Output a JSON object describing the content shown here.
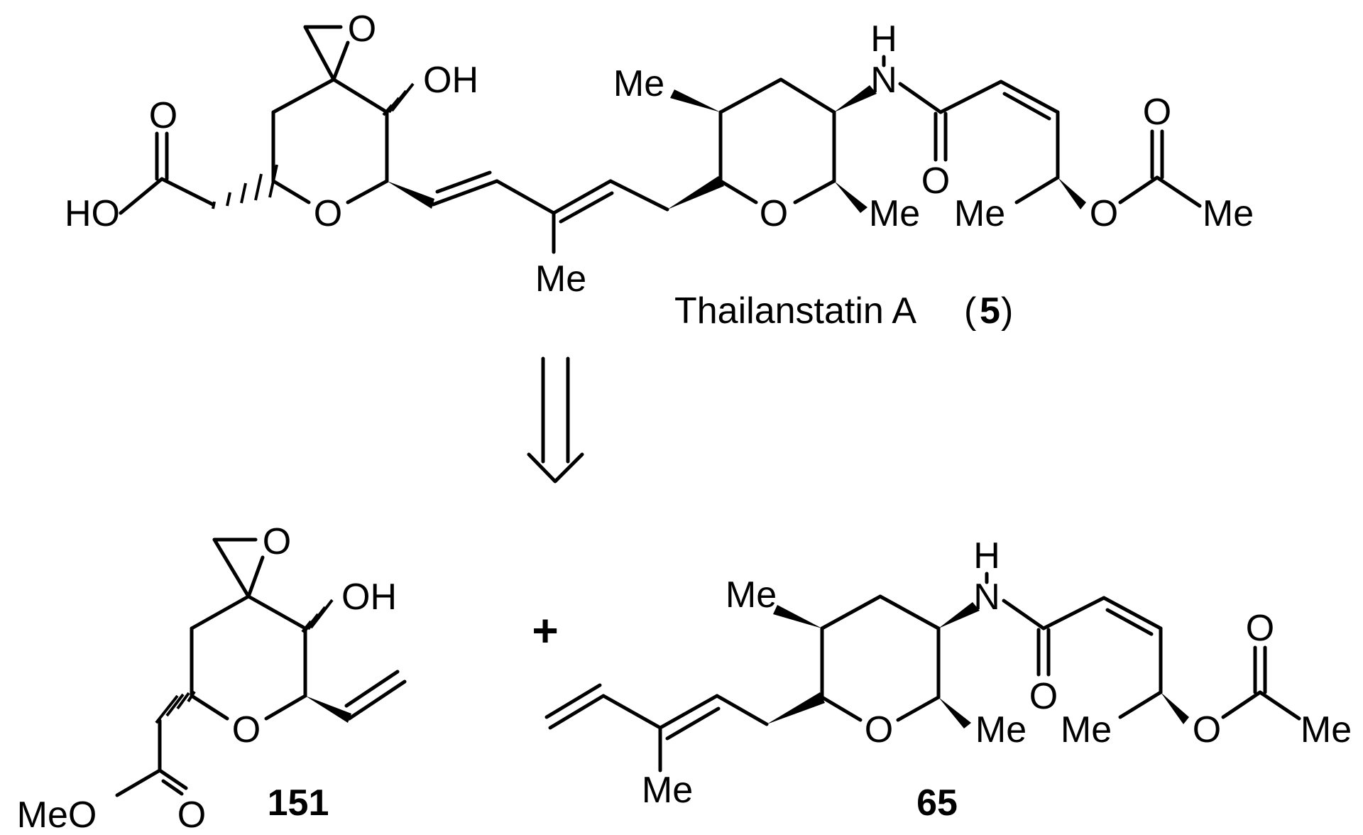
{
  "atoms": {
    "O": "O",
    "OH": "OH",
    "HO": "HO",
    "H": "H",
    "N": "N",
    "Me": "Me",
    "MeO": "MeO"
  },
  "target": {
    "name": "Thailanstatin A",
    "label_open": "(",
    "number": "5",
    "label_close": ")"
  },
  "retro_arrow": "retrosynthetic",
  "plus": "+",
  "fragment_left": {
    "number": "151"
  },
  "fragment_right": {
    "number": "65"
  }
}
